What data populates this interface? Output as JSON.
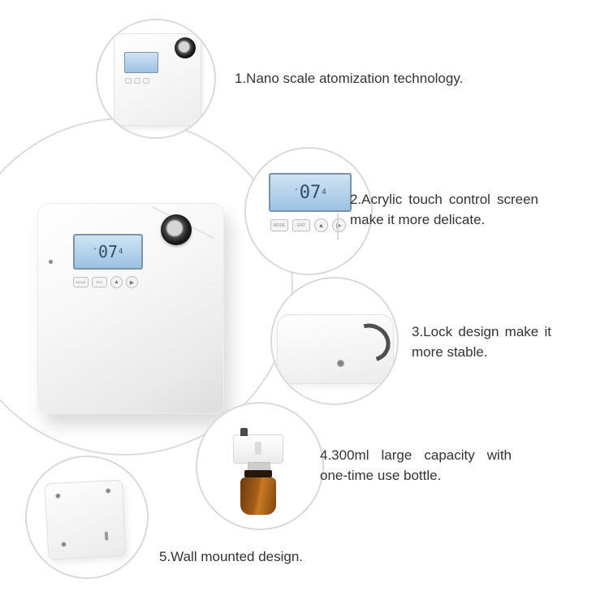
{
  "page": {
    "background": "#ffffff",
    "circle_border_color": "#d9d9d9",
    "text_color": "#333333"
  },
  "product": {
    "lcd": {
      "prefix": "″",
      "main": "07",
      "sub": "4"
    },
    "controls": {
      "mode_label": "MODE",
      "enter_label": "ENT",
      "up_icon": "▲",
      "run_icon": "▶"
    },
    "colors": {
      "lcd_blue": "#9cc2e2",
      "bottle_amber": "#a65d18",
      "nozzle_dark": "#1a1a1a"
    }
  },
  "features": [
    {
      "label": "1.Nano scale atomization technology."
    },
    {
      "label": "2.Acrylic touch control screen make it more delicate."
    },
    {
      "label": "3.Lock design make it more stable."
    },
    {
      "label": "4.300ml large capacity with one-time use bottle."
    },
    {
      "label": "5.Wall mounted design."
    }
  ]
}
